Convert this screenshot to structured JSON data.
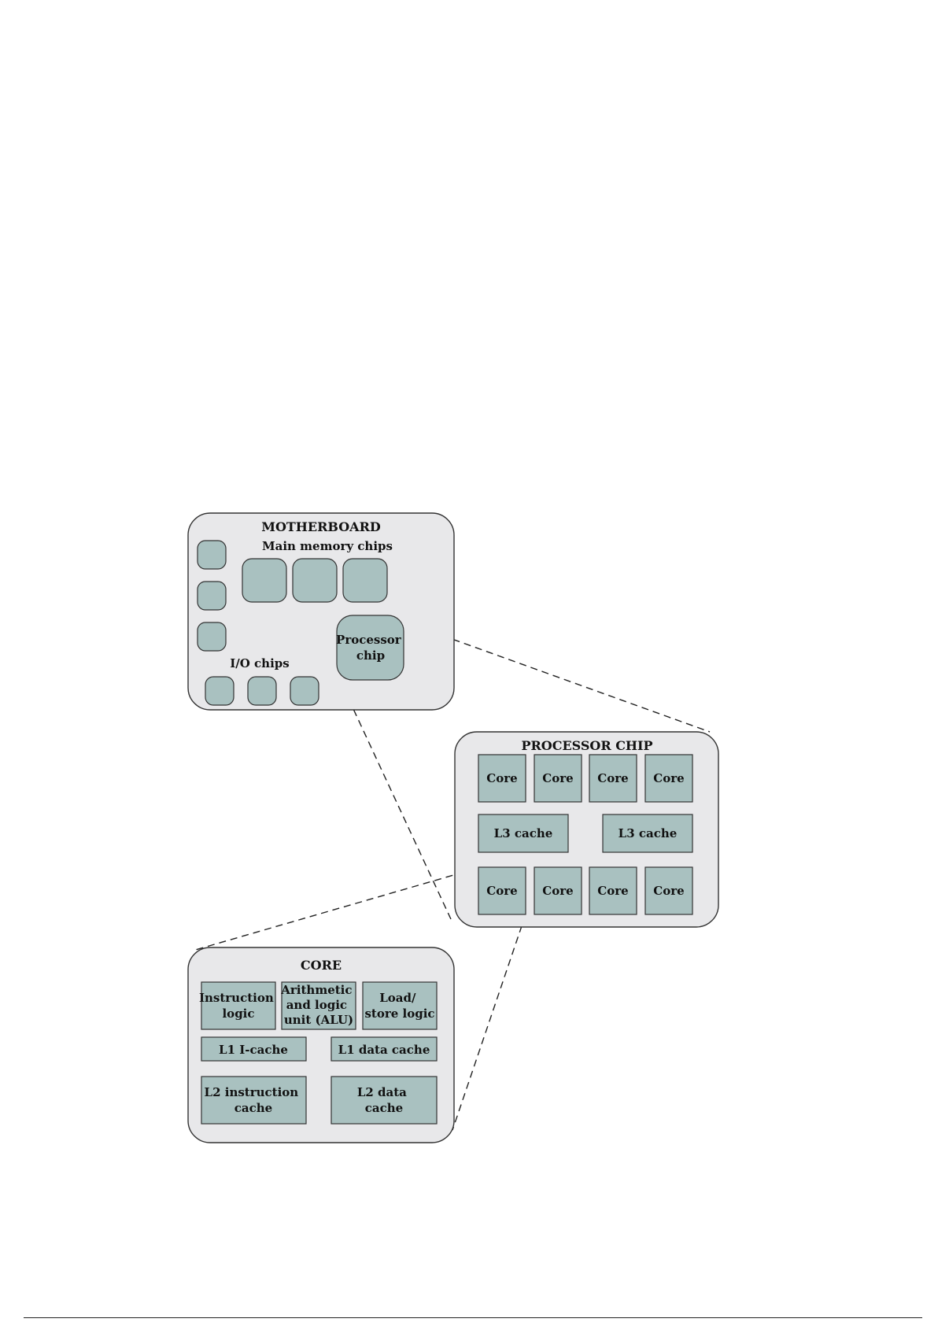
{
  "motherboard": {
    "title": "MOTHERBOARD",
    "memory_label": "Main memory chips",
    "io_label": "I/O chips",
    "processor_label": [
      "Processor",
      "chip"
    ]
  },
  "processor_chip": {
    "title": "PROCESSOR CHIP",
    "core_label": "Core",
    "l3_label": "L3 cache"
  },
  "core": {
    "title": "CORE",
    "instruction_logic": [
      "Instruction",
      "logic"
    ],
    "alu": [
      "Arithmetic",
      "and logic",
      "unit (ALU)"
    ],
    "load_store": [
      "Load/",
      "store logic"
    ],
    "l1_icache": "L1 I-cache",
    "l1_dcache": "L1 data cache",
    "l2_icache": [
      "L2 instruction",
      "cache"
    ],
    "l2_dcache": [
      "L2 data",
      "cache"
    ]
  },
  "colors": {
    "panel": "#e8e8ea",
    "chip": "#a9c1c0",
    "stroke": "#333333"
  }
}
